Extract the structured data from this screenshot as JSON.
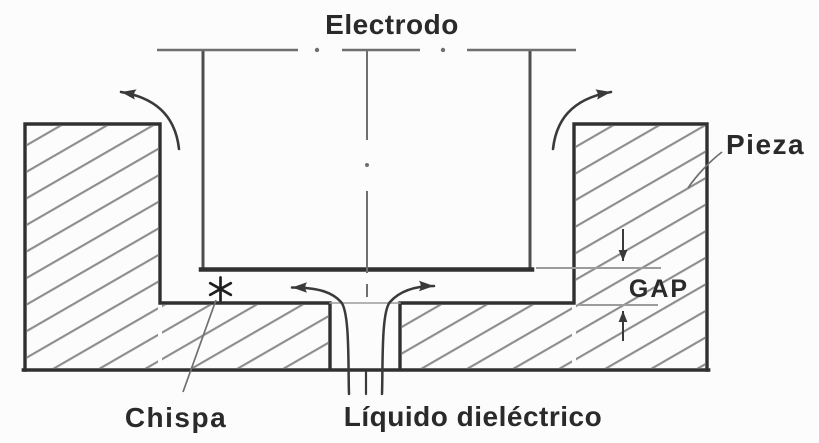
{
  "figure": {
    "labels": {
      "electrode": "Electrodo",
      "workpiece": "Pieza",
      "gap": "GAP",
      "spark": "Chispa",
      "dielectric_fluid": "Líquido dieléctrico"
    },
    "icons": {
      "spark": "six-spoked-asterisk",
      "flow_top_left": "curved-arrow-up-left",
      "flow_top_right": "curved-arrow-up-right",
      "flow_gap_left": "curved-arrow-left",
      "flow_gap_right": "curved-arrow-right",
      "gap_dimension": "vertical-dimension-arrows",
      "centerline": "dash-dot-centerline"
    },
    "colors": {
      "background": "#fcfcfc",
      "outline": "#303030",
      "electrode_line": "#4e4e4e",
      "thin_line": "#6f6f6f",
      "hatch_line": "#8d8d8d",
      "reference_line": "#9c9c9c",
      "arrow": "#3a3a3a",
      "text": "#2a2a2a"
    }
  }
}
